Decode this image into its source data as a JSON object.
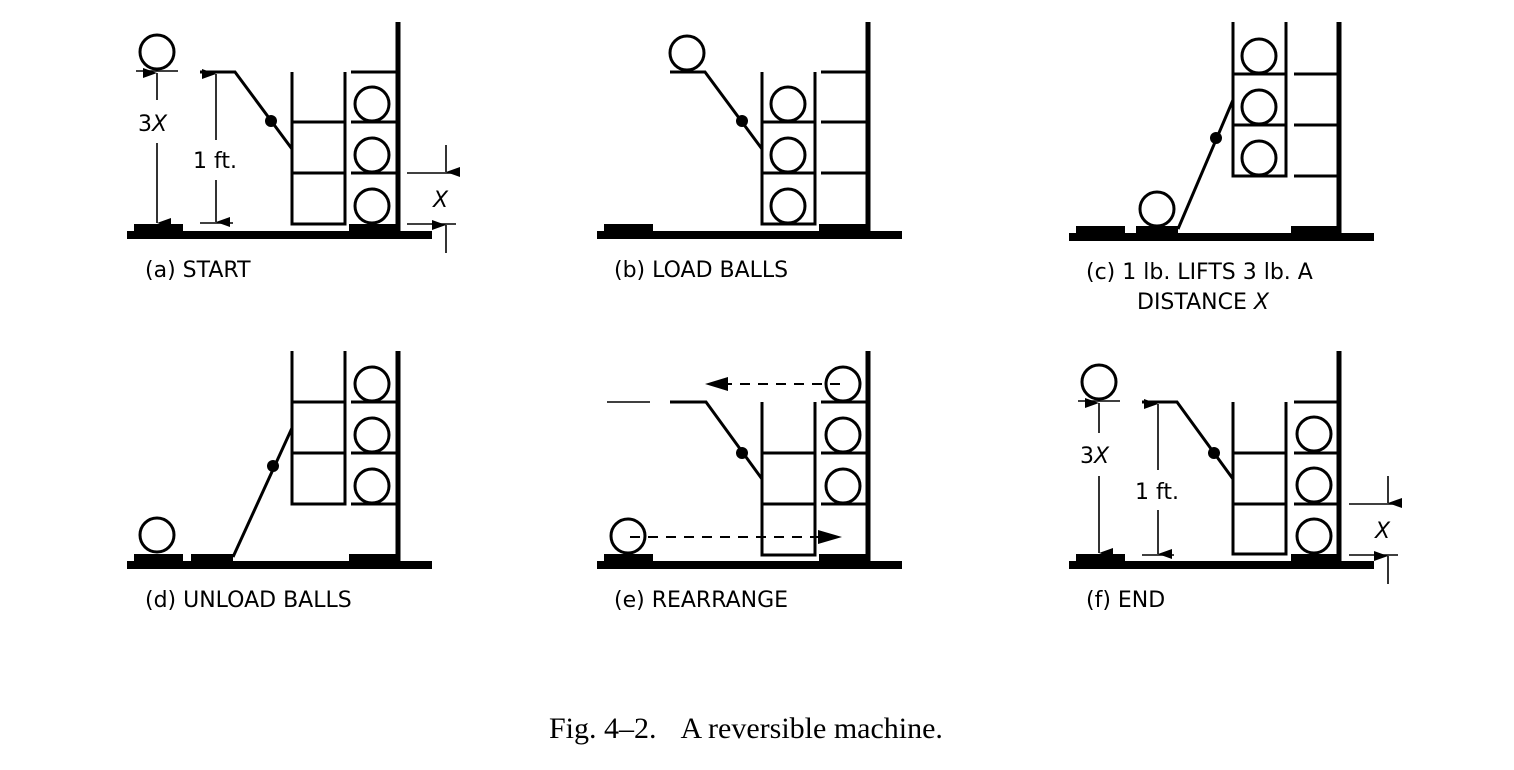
{
  "figure": {
    "caption_number": "Fig. 4–2.",
    "caption_text": "A reversible machine."
  },
  "panels": [
    {
      "id": "a",
      "label": "(a) START"
    },
    {
      "id": "b",
      "label": "(b) LOAD BALLS"
    },
    {
      "id": "c",
      "label_line1": "(c) 1 lb. LIFTS 3 lb. A",
      "label_line2_prefix": "DISTANCE",
      "label_line2_var": "X"
    },
    {
      "id": "d",
      "label": "(d) UNLOAD BALLS"
    },
    {
      "id": "e",
      "label": "(e) REARRANGE"
    },
    {
      "id": "f",
      "label": "(f) END"
    }
  ],
  "dimensions": {
    "three_x_num": "3",
    "three_x_var": "X",
    "one_ft": "1 ft.",
    "x_var": "X"
  }
}
